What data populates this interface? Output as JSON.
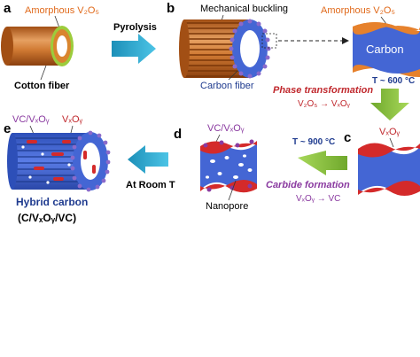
{
  "panels": {
    "a": {
      "letter": "a",
      "coating_label": "Amorphous V₂O₅",
      "fiber_label": "Cotton fiber"
    },
    "b": {
      "letter": "b",
      "buckling_label": "Mechanical buckling",
      "fiber_label": "Carbon fiber",
      "coating_label": "Amorphous V₂O₅",
      "core_label": "Carbon"
    },
    "c": {
      "letter": "c",
      "oxide_label": "VₓOᵧ"
    },
    "d": {
      "letter": "d",
      "vc_label": "VC/VₓOᵧ",
      "nanopore_label": "Nanopore"
    },
    "e": {
      "letter": "e",
      "vc_label": "VC/VₓOᵧ",
      "oxide_label": "VₓOᵧ",
      "product_label": "Hybrid carbon",
      "product_formula": "(C/VₓOᵧ/VC)"
    }
  },
  "steps": {
    "pyrolysis": "Pyrolysis",
    "phase_transformation": {
      "title": "Phase transformation",
      "temperature": "T ~ 600 °C",
      "reaction": "V₂O₅ → VₓOᵧ"
    },
    "carbide_formation": {
      "title": "Carbide formation",
      "temperature": "T ~ 900 °C",
      "reaction": "VₓOᵧ → VC"
    },
    "cooling": "At Room T"
  },
  "colors": {
    "copper": "#c8702a",
    "coating_green": "#9ccc3c",
    "carbon_blue": "#4466d4",
    "oxide_red": "#d42a2a",
    "vc_purple": "#8a3aa0",
    "arrow_teal": "#3aaed0",
    "arrow_green": "#8cc63f",
    "orange_text": "#e0691a",
    "red_text": "#c0282d",
    "blue_text": "#1f3b8f"
  }
}
